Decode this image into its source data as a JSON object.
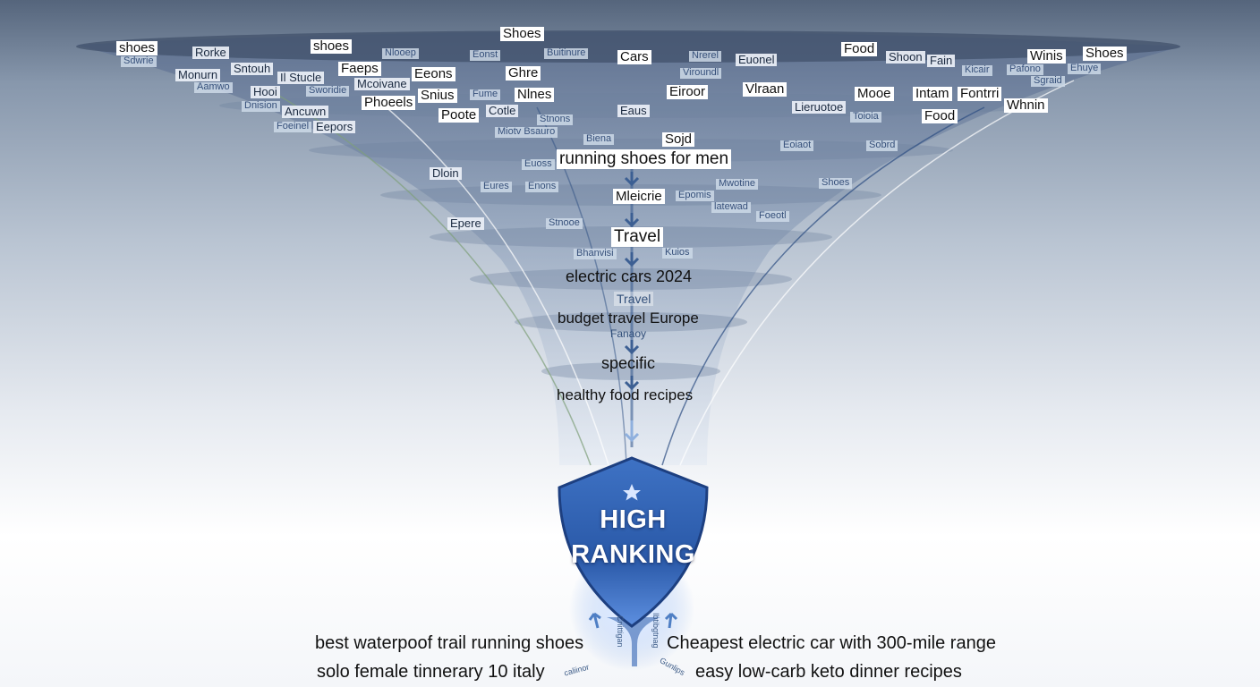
{
  "tags": [
    "shoes",
    "shoes",
    "Shoes",
    "Cars",
    "Food",
    "Shoes",
    "Food",
    "Winis",
    "Whnin",
    "Rorke",
    "Sntouh",
    "Monurn",
    "Faeps",
    "Eeons",
    "Ghre",
    "Eiroor",
    "Vlraan",
    "Mooe",
    "Intam",
    "Fontrri",
    "Poote",
    "Cotle",
    "Snius",
    "Nlnes",
    "Phoeels",
    "Sojd",
    "Shoon",
    "Fain",
    "Euonel",
    "Il Stucle",
    "Hooi",
    "Mcoivane",
    "Sworidie",
    "Sdwrie",
    "Aamwo",
    "Ancuwn",
    "Eepors",
    "Dloin",
    "Eures",
    "Enons",
    "Epere",
    "Stnooe",
    "Shoes",
    "Foeotl",
    "Sobrd",
    "Eoiaot",
    "Mwotine",
    "Nlooep",
    "Eonst",
    "Buitinure",
    "Nrerel",
    "Viroundl",
    "Eaus",
    "Lieruotoe",
    "Toioia",
    "Miotv Bsauro",
    "Fume",
    "Euoss",
    "Bhanvisi",
    "Kuios",
    "Epomis",
    "latewad",
    "Pafono",
    "Sgraid",
    "Kicair",
    "Ehuye",
    "Dnision",
    "Foeinel",
    "Biena",
    "Stnons"
  ],
  "flow": {
    "items": [
      "running shoes for men",
      "Mleicrie",
      "Travel",
      "electric cars 2024",
      "Travel",
      "budget travel Europe",
      "Fanaoy",
      "specific",
      "healthy food recipes"
    ]
  },
  "shield": {
    "line1": "HIGH",
    "line2": "RANKING",
    "icon": "star-icon"
  },
  "bottom": {
    "left_top": "best waterpoof trail running shoes",
    "left_bottom": "solo female tinnerary 10 italy",
    "right_top": "Cheapest electric car with 300-mile range",
    "right_bottom": "easy low-carb keto dinner recipes",
    "ghost_left": "Cnittigan",
    "ghost_left2": "caliinor",
    "ghost_right": "Ibtibgtnag",
    "ghost_right2": "Gunlips"
  },
  "colors": {
    "shield": "#2f5fae",
    "shield_dark": "#1d3f80",
    "funnel": "#5a6d88",
    "arrow": "#3c5f93"
  }
}
